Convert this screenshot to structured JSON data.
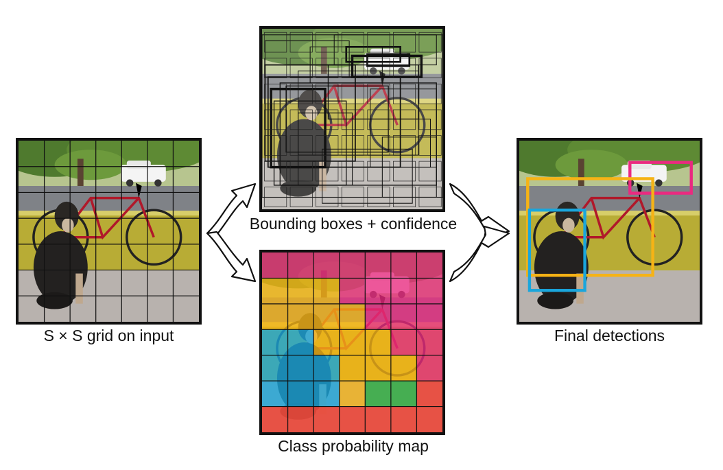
{
  "captions": {
    "input": "S × S grid on input",
    "boxes": "Bounding boxes + confidence",
    "probability": "Class probability map",
    "final": "Final detections"
  },
  "grid_size": 7,
  "colors": {
    "dog": "#1aa6dc",
    "bicycle": "#f6b315",
    "car": "#ea2a80",
    "background": "#ea4a3c",
    "other": "#3cae4a"
  },
  "class_map": [
    [
      "car",
      "car",
      "car",
      "car",
      "car",
      "car",
      "car"
    ],
    [
      "bicycle",
      "bicycle",
      "bicycle",
      "car",
      "car",
      "car",
      "car"
    ],
    [
      "bicycle",
      "bicycle",
      "bicycle",
      "bicycle",
      "car",
      "car",
      "car"
    ],
    [
      "dog",
      "dog",
      "bicycle",
      "bicycle",
      "bicycle",
      "car",
      "car"
    ],
    [
      "dog",
      "dog",
      "dog",
      "bicycle",
      "bicycle",
      "bicycle",
      "car"
    ],
    [
      "dog",
      "dog",
      "dog",
      "bicycle",
      "other",
      "other",
      "background"
    ],
    [
      "background",
      "background",
      "background",
      "background",
      "background",
      "background",
      "background"
    ]
  ]
}
